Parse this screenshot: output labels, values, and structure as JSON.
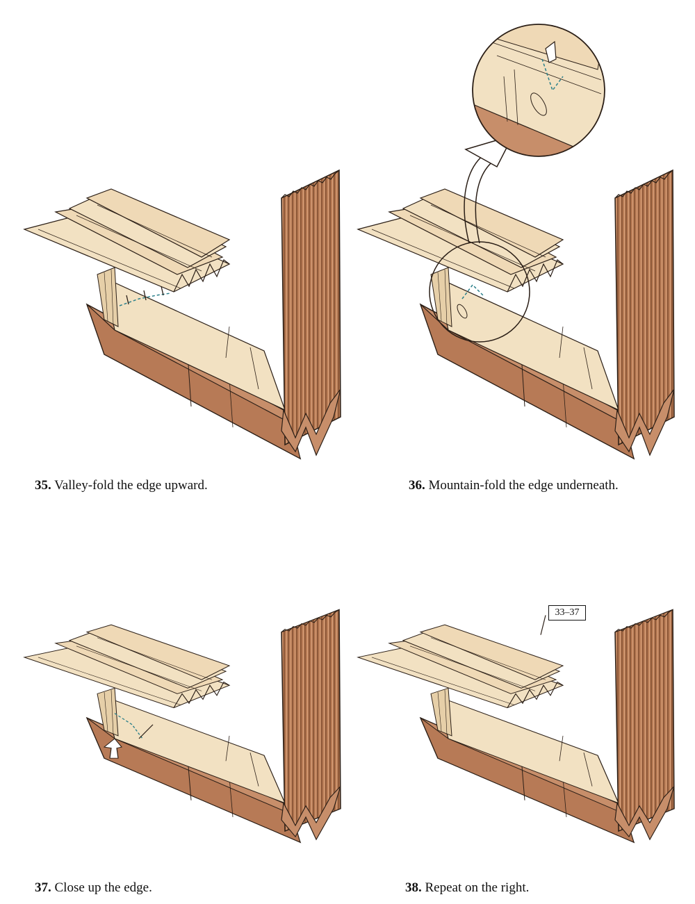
{
  "colors": {
    "paper_light": "#f2e1c2",
    "paper_mid": "#e6cfa8",
    "paper_brown": "#c78e6a",
    "paper_dark": "#a86c48",
    "pleat_stripe": "#8f5a3a",
    "line": "#2a1e16",
    "fold_line": "#2a7f8a"
  },
  "steps": [
    {
      "number": "35.",
      "text": "Valley-fold the edge upward."
    },
    {
      "number": "36.",
      "text": "Mountain-fold the edge underneath."
    },
    {
      "number": "37.",
      "text": "Close up the edge."
    },
    {
      "number": "38.",
      "text": "Repeat on the right."
    }
  ],
  "reference_label": "33–37",
  "icons": [
    "valley-fold-arrow-icon",
    "mountain-fold-arrow-icon",
    "magnify-arrow-icon",
    "close-up-arrow-icon"
  ]
}
